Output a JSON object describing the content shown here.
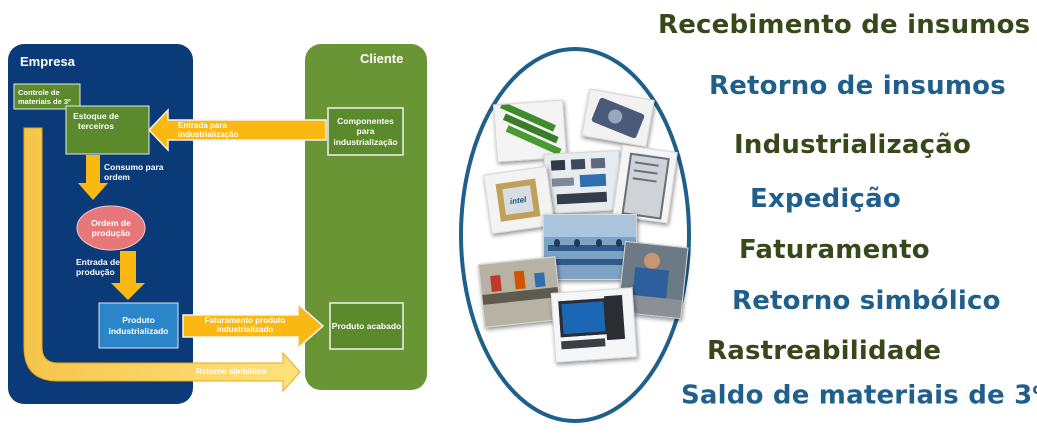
{
  "diagram": {
    "company_title": "Empresa",
    "client_title": "Cliente",
    "third_party_control": "Controle de materiais de 3º",
    "third_party_stock": "Estoque de terceiros",
    "production_order": "Ordem de produção",
    "industrialized_product": "Produto industrializado",
    "components": "Componentes para industrialização",
    "finished_product": "Produto acabado",
    "arrow_entry_industrialization": "Entrada para industrialização",
    "arrow_consumption": "Consumo para ordem",
    "arrow_production_entry": "Entrada de produção",
    "arrow_billing": "Faturamento produto industrializado",
    "arrow_symbolic_return": "Retorno simbólico"
  },
  "process_list": [
    {
      "label": "Recebimento de insumos",
      "color": "#38481a"
    },
    {
      "label": "Retorno de insumos",
      "color": "#1f5f8c"
    },
    {
      "label": "Industrialização",
      "color": "#38481a"
    },
    {
      "label": "Expedição",
      "color": "#1f5f8c"
    },
    {
      "label": "Faturamento",
      "color": "#38481a"
    },
    {
      "label": "Retorno simbólico",
      "color": "#1f5f8c"
    },
    {
      "label": "Rastreabilidade",
      "color": "#38481a"
    },
    {
      "label": "Saldo de materiais de 3",
      "sup": "os",
      "color": "#1f5f8c"
    }
  ],
  "photo_chip_text": "intel",
  "colors": {
    "company_panel": "#0b3a78",
    "client_panel": "#6a9535",
    "green_box": "#5b8a2c",
    "blue_box": "#2a86c8",
    "order_ellipse": "#e7787a",
    "arrow_fill": "#fbb813",
    "arrow_light": "#ffd964",
    "ellipse_border": "#1f5f8c"
  }
}
